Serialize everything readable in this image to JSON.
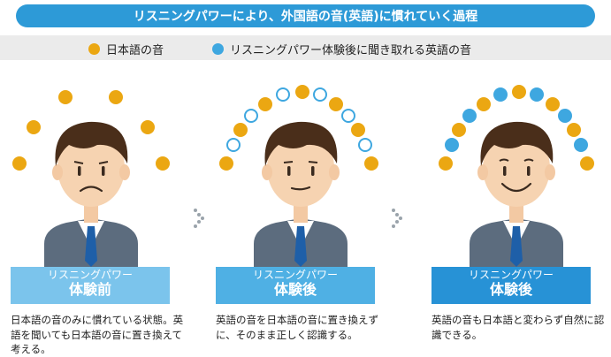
{
  "title": "リスニングパワーにより、外国語の音(英語)に慣れていく過程",
  "legend": [
    {
      "label": "日本語の音",
      "color": "#eba712"
    },
    {
      "label": "リスニングパワー体験後に聞き取れる英語の音",
      "color": "#3ea7e0"
    }
  ],
  "stages": [
    {
      "label_line1": "リスニングパワー",
      "label_line2": "体験前",
      "label_color": "#7bc4ec",
      "description": "日本語の音のみに慣れている状態。英語を聞いても日本語の音に置き換えて考える。",
      "expression": "frown",
      "dot_style": "sparse-orange"
    },
    {
      "label_line1": "リスニングパワー",
      "label_line2": "体験後",
      "label_color": "#4fb0e4",
      "description": "英語の音を日本語の音に置き換えずに、そのまま正しく認識する。",
      "expression": "neutral",
      "dot_style": "orange-and-outline"
    },
    {
      "label_line1": "リスニングパワー",
      "label_line2": "体験後",
      "label_color": "#2792d6",
      "description": "英語の音も日本語と変わらず自然に認識できる。",
      "expression": "smile",
      "dot_style": "orange-and-filled-blue"
    }
  ],
  "icons": {
    "arrow": "dotted-arrow-icon",
    "person": "businessman-illustration"
  }
}
